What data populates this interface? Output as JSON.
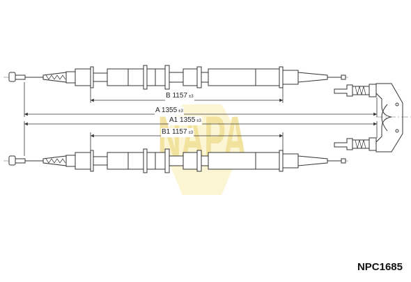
{
  "part_number": "NPC1685",
  "watermark": {
    "text": "NAPA",
    "color": "#f3e6a8"
  },
  "colors": {
    "line": "#333333",
    "centerline": "#555555"
  },
  "dimensions": {
    "b": {
      "label": "B 1157",
      "tolerance": "±3"
    },
    "a": {
      "label": "A 1355",
      "tolerance": "±3"
    },
    "a1": {
      "label": "A1 1355",
      "tolerance": "±3"
    },
    "b1": {
      "label": "B1 1157",
      "tolerance": "±3"
    }
  }
}
